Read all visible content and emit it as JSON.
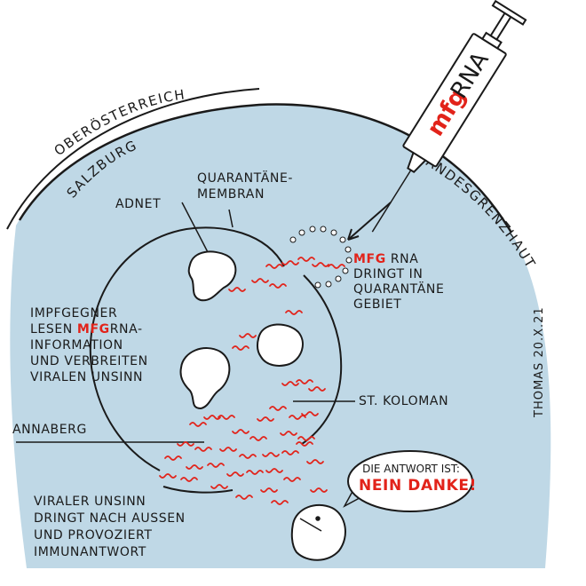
{
  "colors": {
    "cell_fill": "#bfd8e6",
    "ink": "#1a1a1a",
    "virus_red": "#e2231a",
    "paper": "#ffffff"
  },
  "regions": {
    "outer": "OBERÖSTERREICH",
    "inner": "SALZBURG",
    "border": "LANDESGRENZHAUT"
  },
  "membrane": {
    "line1": "QUARANTÄNE-",
    "line2": "MEMBRAN"
  },
  "places": {
    "adnet": "ADNET",
    "annaberg": "ANNABERG",
    "koloman": "ST. KOLOMAN"
  },
  "syringe": {
    "label_mfg": "mfg",
    "label_rna": "RNA"
  },
  "entry": {
    "mfg": "mfg",
    "rna": " RNA",
    "line2": "DRINGT IN",
    "line3": "QUARANTÄNE",
    "line4": "GEBIET"
  },
  "antivax": {
    "line1": "IMPFGEGNER",
    "line2_pre": "LESEN ",
    "line2_mfg": "mfg",
    "line2_post": "RNA-",
    "line3": "INFORMATION",
    "line4": "UND VERBREITEN",
    "line5": "VIRALEN UNSINN"
  },
  "outflow": {
    "line1": "VIRALER UNSINN",
    "line2": "DRINGT NACH AUSSEN",
    "line3": "UND PROVOZIERT",
    "line4": "IMMUNANTWORT"
  },
  "speech": {
    "line1": "DIE ANTWORT IST:",
    "line2": "NEIN DANKE!"
  },
  "signature": "THOMAS 20.X.21"
}
